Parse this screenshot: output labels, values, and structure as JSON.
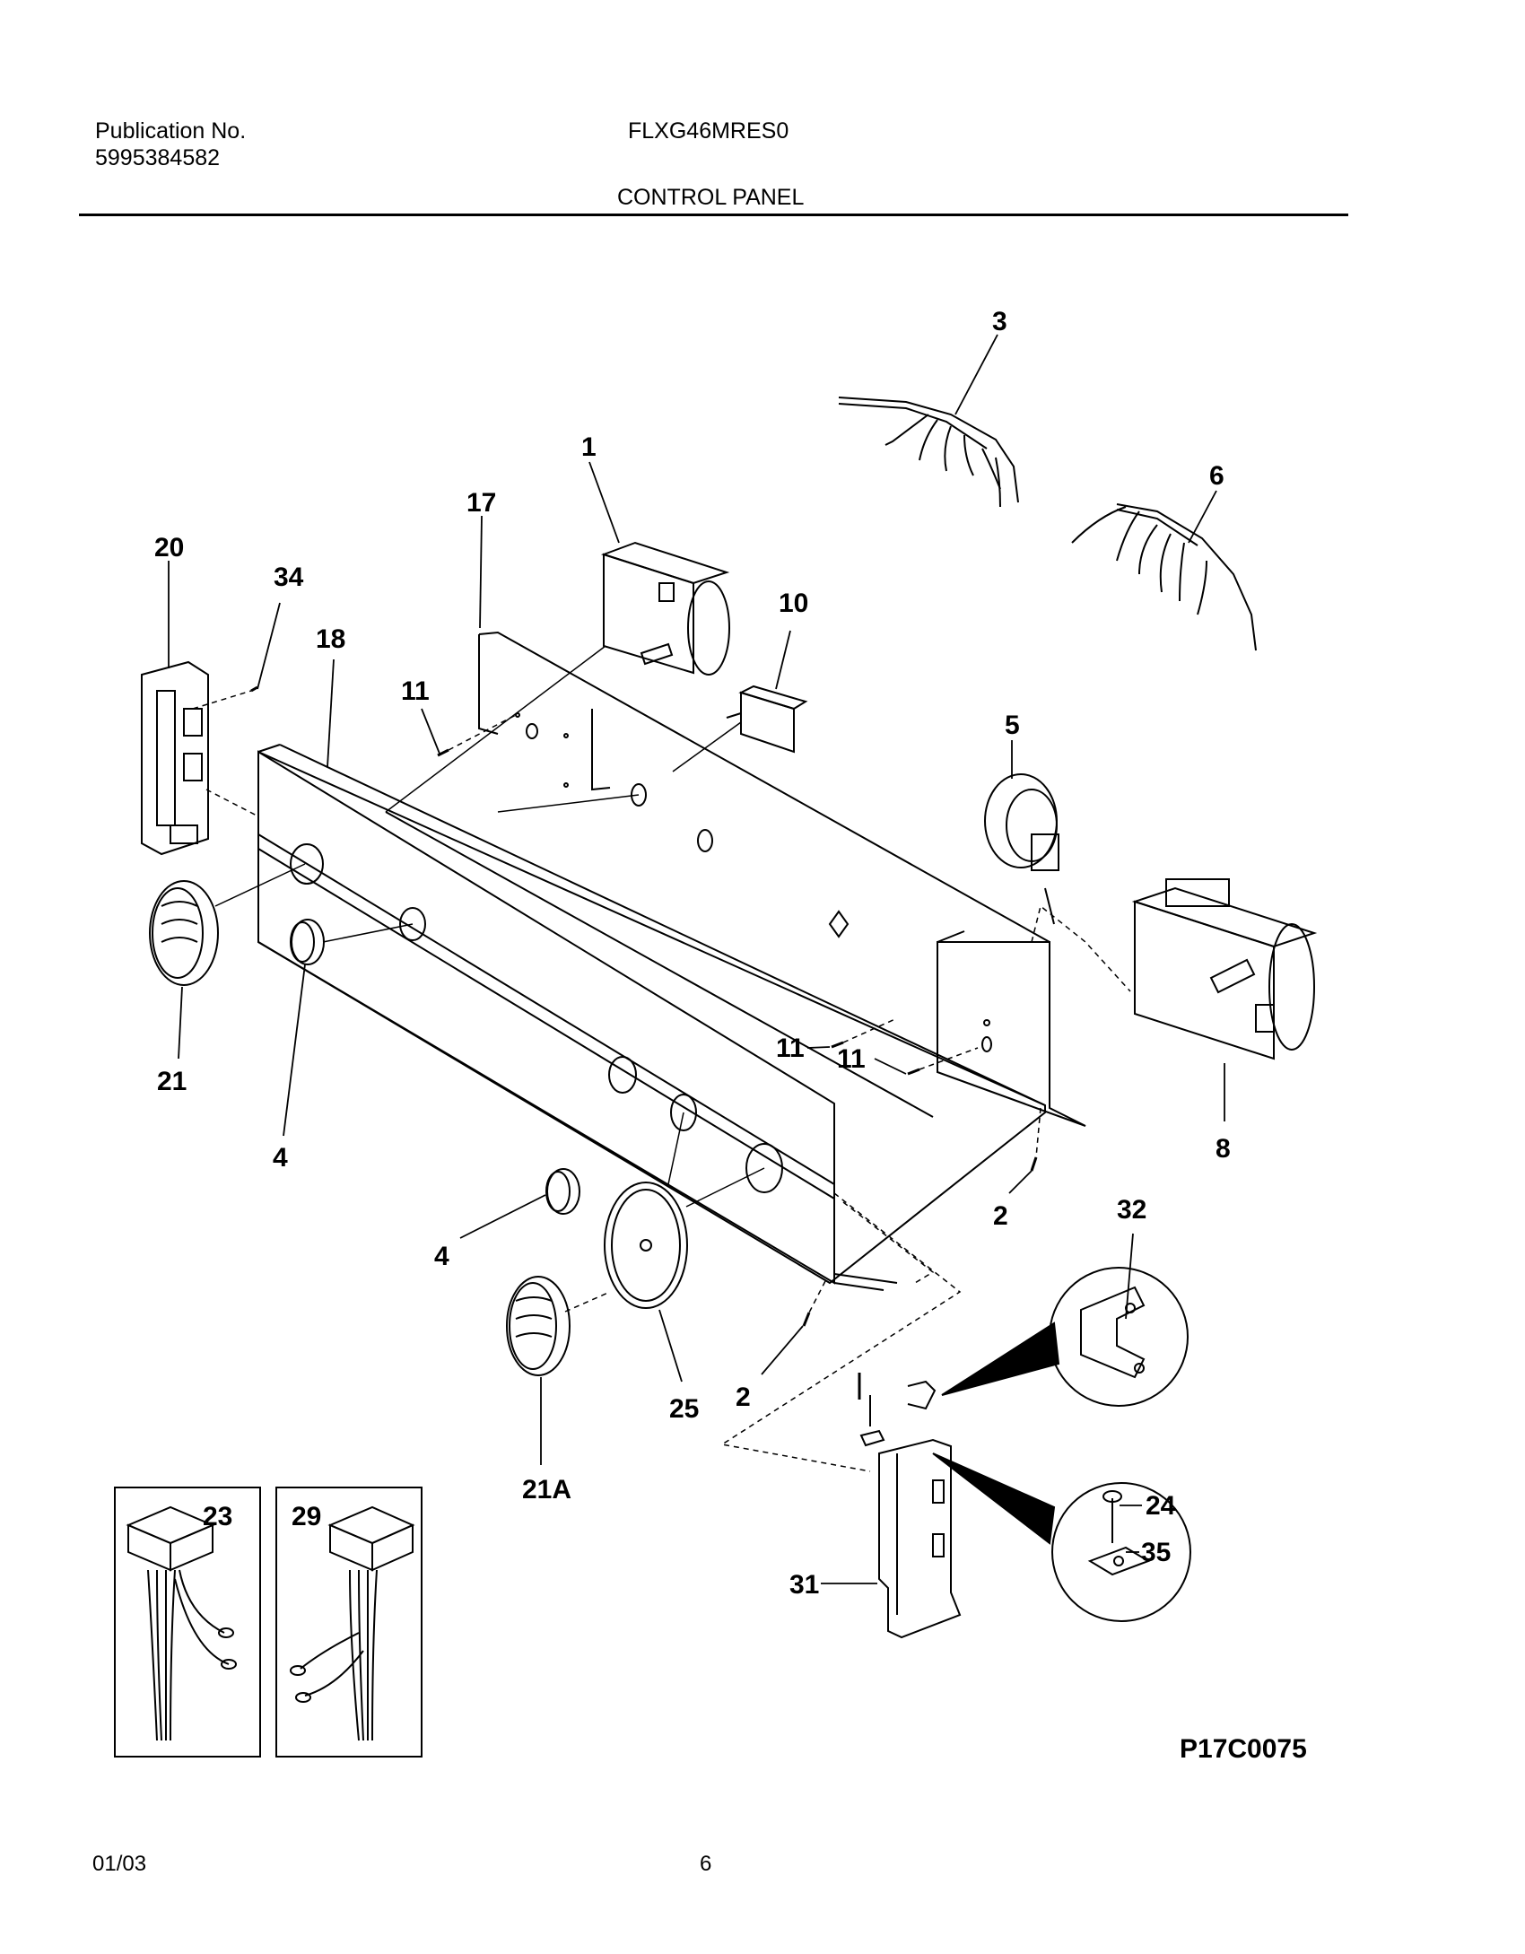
{
  "header": {
    "publication_label": "Publication No.",
    "publication_number": "5995384582",
    "model": "FLXG46MRES0",
    "section_title": "CONTROL PANEL"
  },
  "callouts": [
    "1",
    "2",
    "2",
    "3",
    "4",
    "4",
    "5",
    "6",
    "8",
    "10",
    "11",
    "11",
    "11",
    "17",
    "18",
    "20",
    "21",
    "21A",
    "23",
    "24",
    "25",
    "29",
    "31",
    "32",
    "34",
    "35"
  ],
  "figure_ref": "P17C0075",
  "footer": {
    "date": "01/03",
    "page": "6"
  }
}
